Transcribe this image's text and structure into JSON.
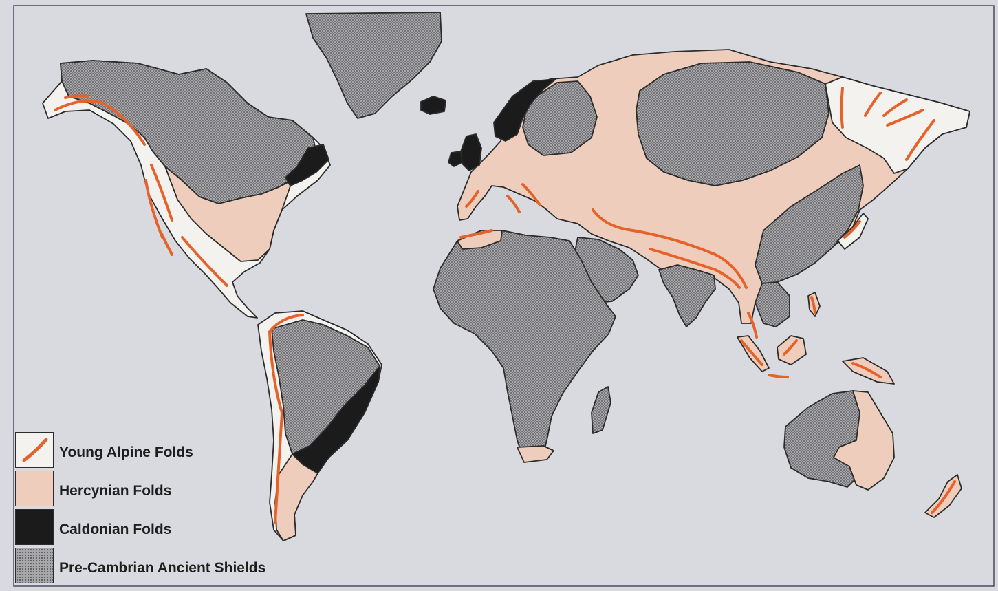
{
  "map": {
    "colors": {
      "background": "#d9dadf",
      "border": "#2b2b2b",
      "alpine_line": "#e5632a",
      "hercynian": "#efcdbd",
      "caledonian": "#1b1b1b",
      "precambrian": "#a7a7aa",
      "unshaded_land": "#f3f2ef"
    },
    "legend": [
      {
        "key": "alpine",
        "label": "Young Alpine Folds",
        "symbol": "orange-line"
      },
      {
        "key": "hercynian",
        "label": "Hercynian Folds",
        "symbol": "pink-fill"
      },
      {
        "key": "caledonian",
        "label": "Caldonian Folds",
        "symbol": "black-fill"
      },
      {
        "key": "precambrian",
        "label": "Pre-Cambrian Ancient Shields",
        "symbol": "stippled-grey-fill"
      }
    ]
  }
}
